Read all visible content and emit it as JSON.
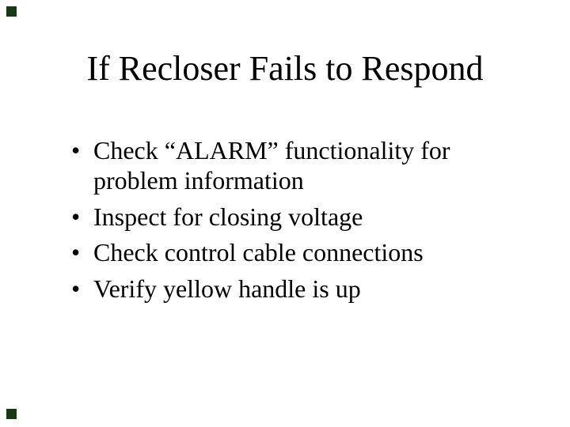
{
  "slide": {
    "title": "If Recloser Fails to Respond",
    "bullet_glyph": "•",
    "bullets": [
      "Check “ALARM” functionality for problem information",
      "Inspect for closing voltage",
      "Check control cable connections",
      "Verify yellow handle is up"
    ],
    "colors": {
      "background": "#ffffff",
      "text": "#000000",
      "corner_marker": "#133a13"
    }
  }
}
